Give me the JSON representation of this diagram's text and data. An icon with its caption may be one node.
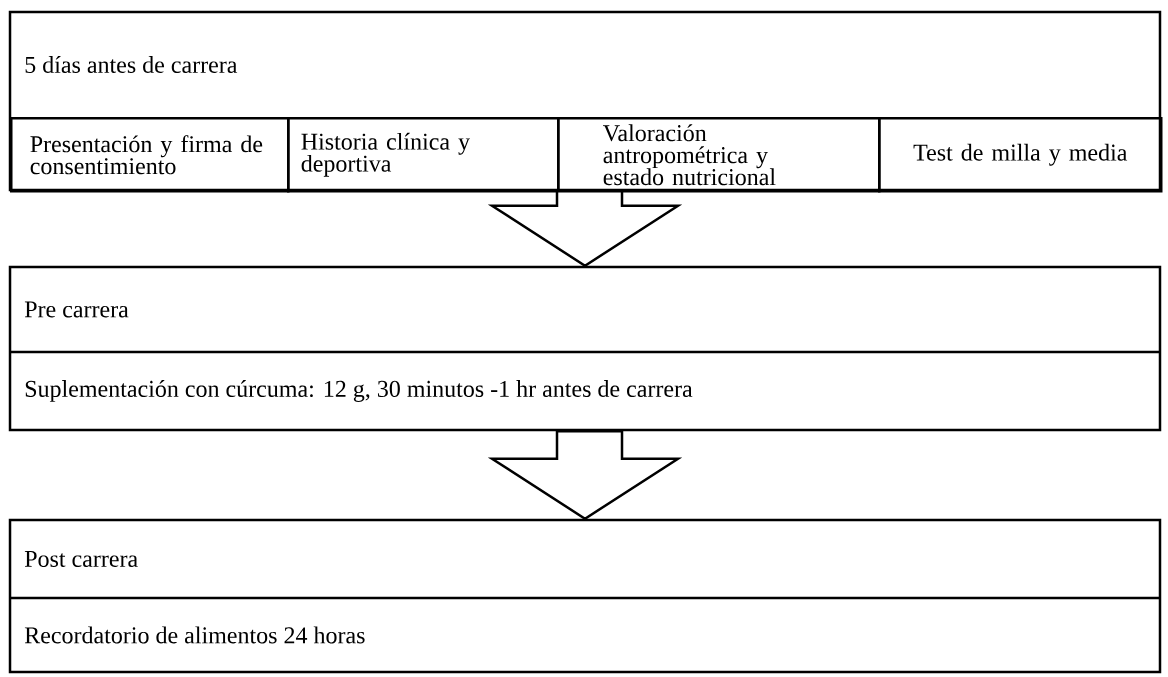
{
  "diagram": {
    "nodes": [
      {
        "text": [
          "5 días antes de carrera"
        ]
      },
      {
        "text": [
          "Presentación y firma de consentimiento"
        ],
        "in": 0
      },
      {
        "text": [
          "Historia clínica y deportiva"
        ],
        "in": 0
      },
      {
        "text": [
          "Valoración antropométrica y estado nutricional"
        ],
        "in": 0
      },
      {
        "text": [
          "Test de milla y media"
        ],
        "in": 0
      },
      {
        "text": [
          "Pre carrera",
          "Suplementación con cúrcuma: 12 g, 30 minutos -1 hr antes de carrera"
        ]
      },
      {
        "text": [
          "Post carrera",
          "Recordatorio de alimentos 24 horas"
        ]
      }
    ],
    "edges": [
      {
        "from": 0,
        "to": 5,
        "arrow": "to"
      },
      {
        "from": 5,
        "to": 6,
        "arrow": "to"
      }
    ]
  }
}
